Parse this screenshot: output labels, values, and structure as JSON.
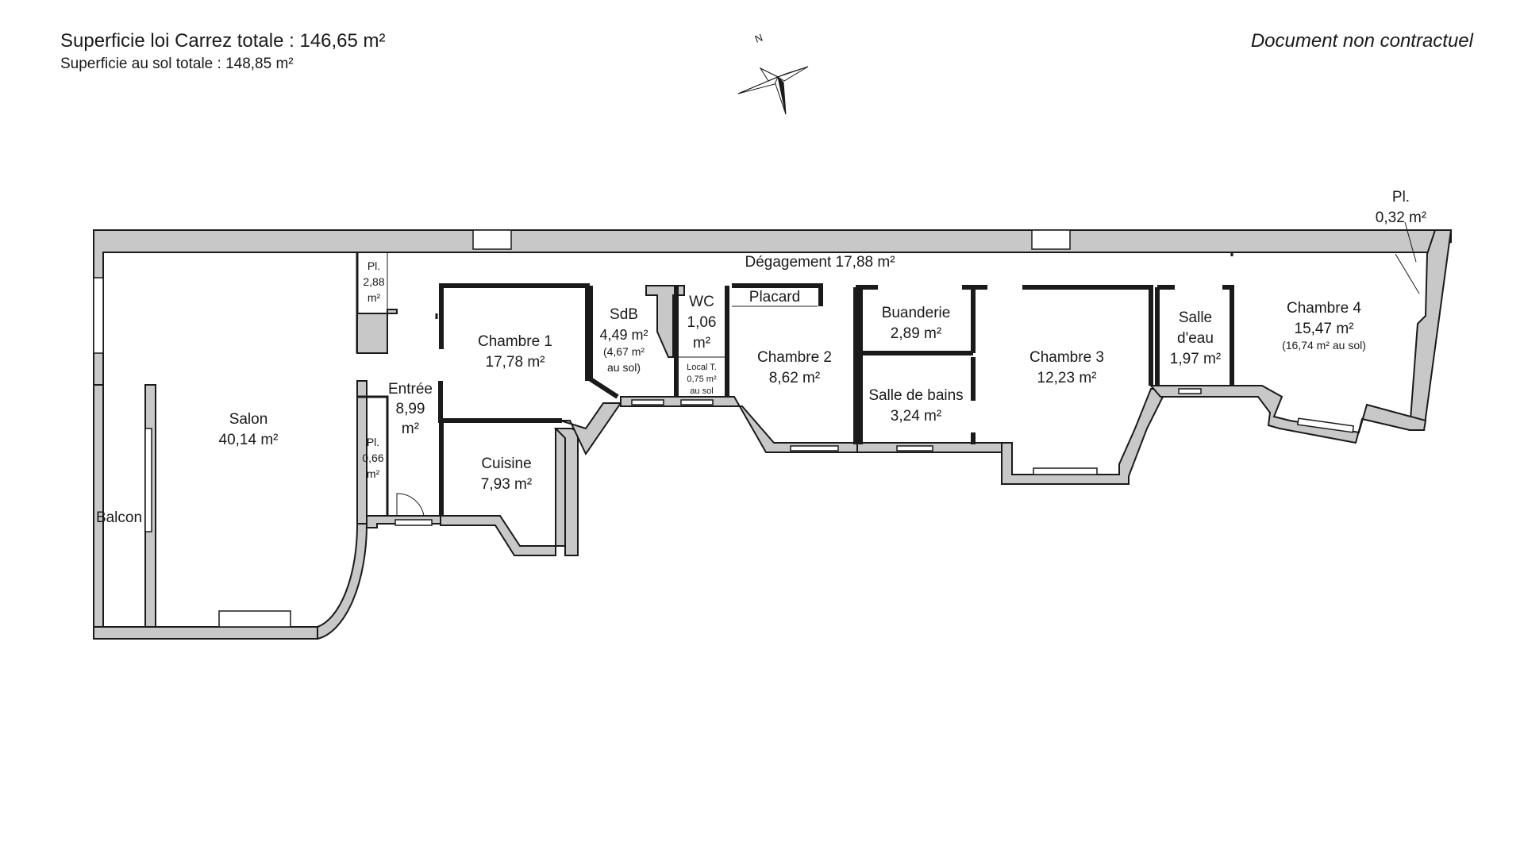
{
  "header": {
    "carrez_total": "Superficie loi Carrez totale :  146,65 m²",
    "sol_total": "Superficie au sol totale :  148,85 m²",
    "disclaimer": "Document non contractuel"
  },
  "compass": {
    "north": "N"
  },
  "rooms": {
    "salon": {
      "name": "Salon",
      "area": "40,14 m²"
    },
    "balcon": {
      "name": "Balcon"
    },
    "pl1": {
      "l1": "Pl.",
      "l2": "2,88",
      "l3": "m²"
    },
    "pl2": {
      "l1": "Pl.",
      "l2": "0,66",
      "l3": "m²"
    },
    "entree": {
      "name": "Entrée",
      "l2": "8,99",
      "l3": "m²"
    },
    "chambre1": {
      "name": "Chambre 1",
      "area": "17,78 m²"
    },
    "cuisine": {
      "name": "Cuisine",
      "area": "7,93 m²"
    },
    "sdb": {
      "name": "SdB",
      "area": "4,49 m²",
      "sol1": "(4,67 m²",
      "sol2": "au sol)"
    },
    "wc": {
      "name": "WC",
      "l2": "1,06",
      "l3": "m²"
    },
    "local": {
      "l1": "Local T.",
      "l2": "0,75 m²",
      "l3": "au sol"
    },
    "placard": {
      "name": "Placard"
    },
    "degagement": {
      "name": "Dégagement 17,88 m²"
    },
    "chambre2": {
      "name": "Chambre 2",
      "area": "8,62 m²"
    },
    "buanderie": {
      "name": "Buanderie",
      "area": "2,89 m²"
    },
    "salle_bains": {
      "name": "Salle de bains",
      "area": "3,24 m²"
    },
    "chambre3": {
      "name": "Chambre 3",
      "area": "12,23 m²"
    },
    "salle_eau": {
      "l1": "Salle",
      "l2": "d'eau",
      "l3": "1,97 m²"
    },
    "chambre4": {
      "name": "Chambre 4",
      "area": "15,47 m²",
      "sol": "(16,74 m² au sol)"
    },
    "pl3": {
      "l1": "Pl.",
      "l2": "0,32 m²"
    }
  }
}
